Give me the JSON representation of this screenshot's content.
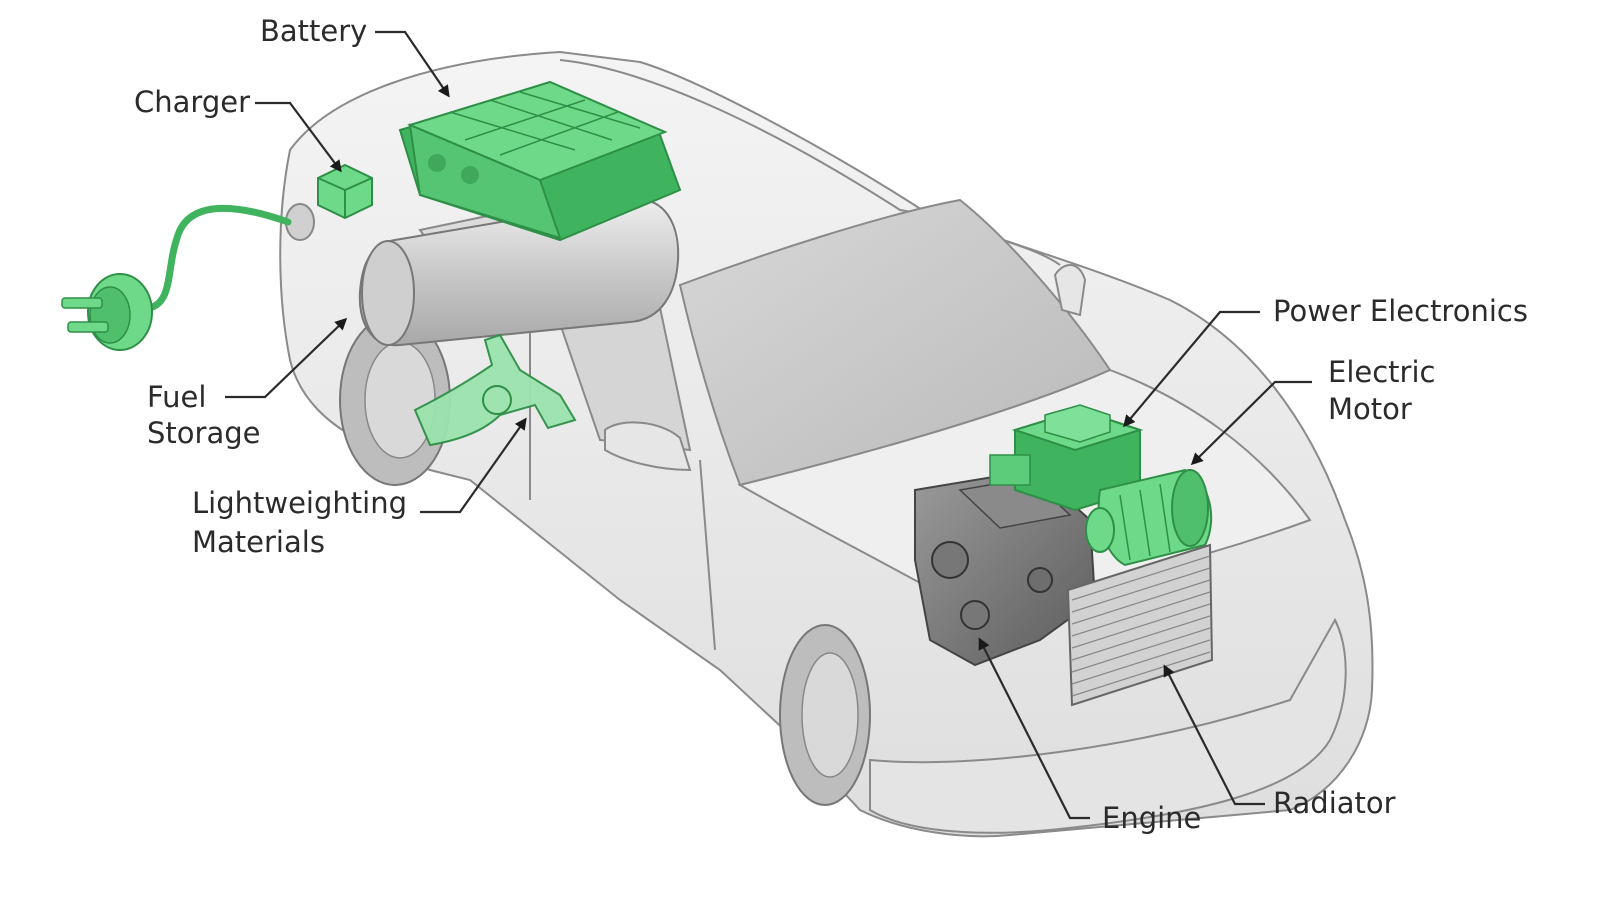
{
  "labels": {
    "battery": "Battery",
    "charger": "Charger",
    "fuel_storage_1": "Fuel",
    "fuel_storage_2": "Storage",
    "lightweighting_1": "Lightweighting",
    "lightweighting_2": "Materials",
    "power_electronics": "Power Electronics",
    "electric_motor_1": "Electric",
    "electric_motor_2": "Motor",
    "engine": "Engine",
    "radiator": "Radiator"
  },
  "colors": {
    "component_green": "#6fd98a",
    "component_green_dark": "#3fb35e",
    "car_body": "#ececec",
    "outline": "#8a8a8a",
    "text": "#2b2b2b"
  },
  "icons": {
    "plug": "plug-icon",
    "arrow": "arrowhead-icon"
  }
}
